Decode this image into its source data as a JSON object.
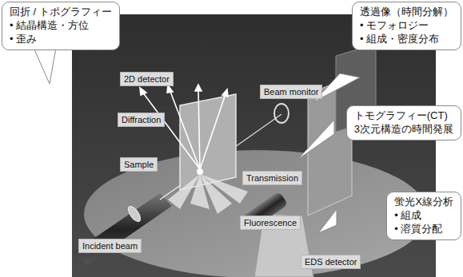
{
  "diagram": {
    "nodes": [
      {
        "text": [
          "回折 / トポグラフィー",
          "• 結晶構造・方位",
          "• 歪み"
        ]
      },
      {
        "text": [
          "透過像（時間分解）",
          "• モフォロジー",
          "• 組成・密度分布"
        ]
      },
      {
        "text": [
          "2D detector"
        ]
      },
      {
        "text": [
          "Beam monitor"
        ]
      },
      {
        "text": [
          "Diffraction"
        ]
      },
      {
        "text": [
          "トモグラフィー(CT)",
          "3次元構造の時間発展"
        ]
      },
      {
        "text": [
          "Sample"
        ]
      },
      {
        "text": [
          "Transmission"
        ]
      },
      {
        "text": [
          "Fluorescence"
        ]
      },
      {
        "text": [
          "蛍光X線分析",
          "• 組成",
          "• 溶質分配"
        ]
      },
      {
        "text": [
          "Incident beam"
        ]
      },
      {
        "text": [
          "EDS detector"
        ]
      }
    ]
  }
}
